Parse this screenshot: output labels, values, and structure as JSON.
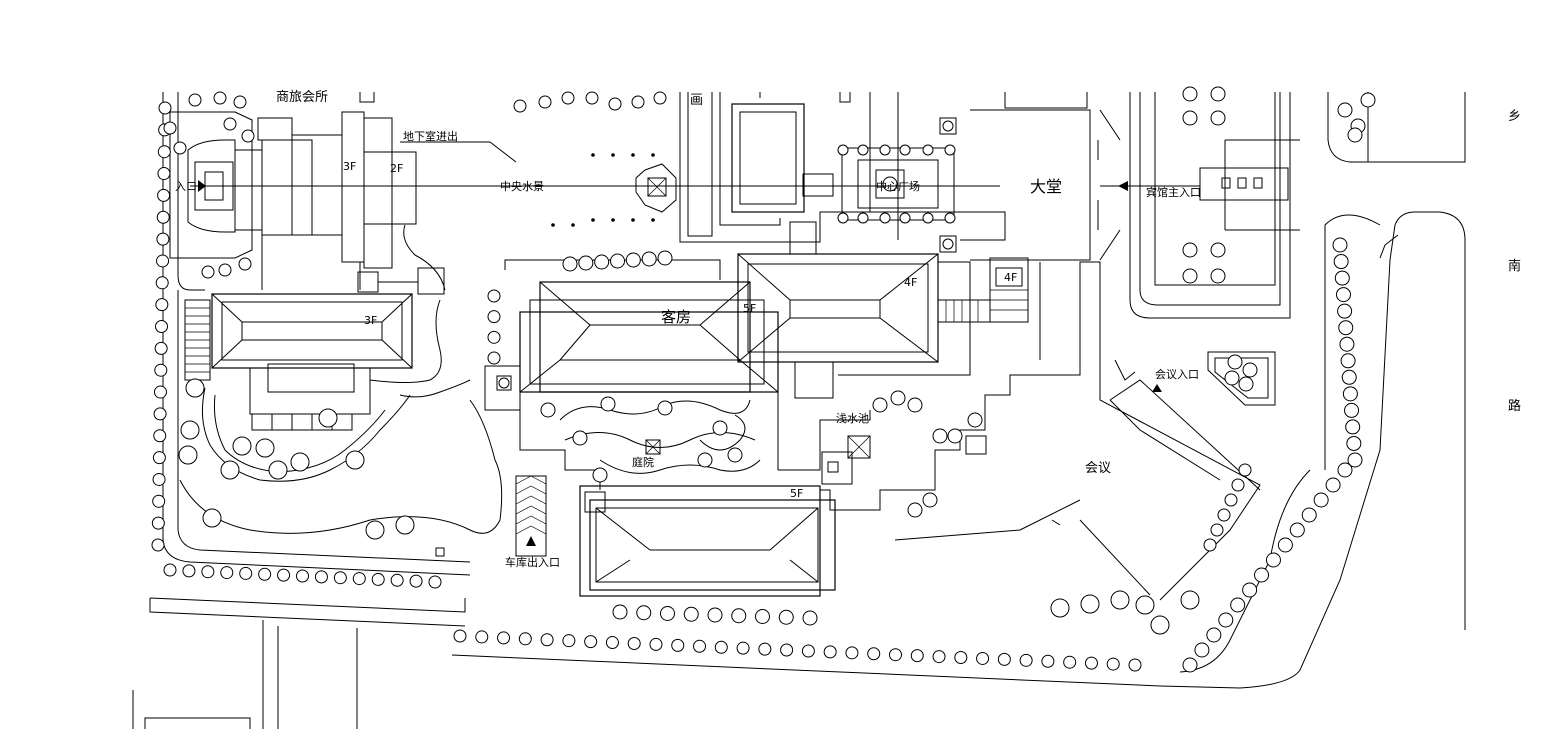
{
  "labels": {
    "merchant_club": "商旅会所",
    "basement_entrance": "地下室进出",
    "central_water": "中央水景",
    "lobby": "大堂",
    "hotel_main_entrance": "宾馆主入口",
    "guest_rooms": "客房",
    "meeting": "会议",
    "meeting_entrance": "会议入口",
    "shallow_pool": "浅水池",
    "garage_entrance": "车库出入口",
    "courtyard": "庭院",
    "central_square": "中心广场",
    "entrance_left": "入口",
    "road_char1": "乡",
    "road_char2": "南",
    "road_char3": "路",
    "cut_char": "画"
  },
  "floors": {
    "f3_a": "3F",
    "f2": "2F",
    "f3_b": "3F",
    "f5_a": "5F",
    "f4": "4F",
    "f4_b": "4F",
    "f5_b": "5F"
  }
}
